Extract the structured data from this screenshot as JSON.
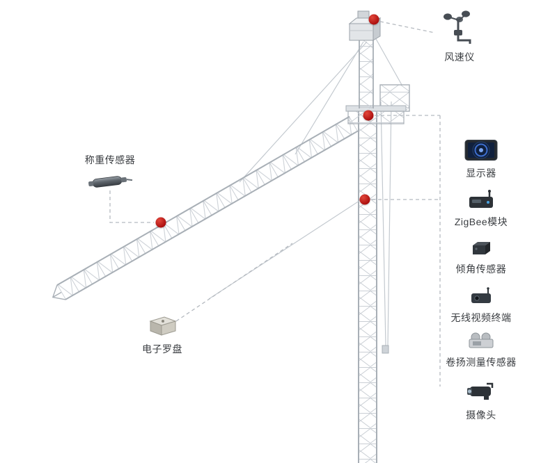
{
  "callouts": {
    "anemometer": {
      "label": "风速仪"
    },
    "load_sensor": {
      "label": "称重传感器"
    },
    "compass": {
      "label": "电子罗盘"
    }
  },
  "right_panel": {
    "items": [
      {
        "id": "display",
        "label": "显示器"
      },
      {
        "id": "zigbee",
        "label": "ZigBee模块"
      },
      {
        "id": "tilt_sensor",
        "label": "倾角传感器"
      },
      {
        "id": "wireless_video",
        "label": "无线视频终端"
      },
      {
        "id": "hoist_sensor",
        "label": "卷扬测量传感器"
      },
      {
        "id": "camera",
        "label": "摄像头"
      }
    ]
  },
  "markers": {
    "count": 4
  },
  "colors": {
    "marker_red": "#b81212",
    "crane_gray": "#a8afb6",
    "lattice_gray": "#c9ced4",
    "leader_gray": "#b5bac0",
    "text": "#3a3d41"
  }
}
